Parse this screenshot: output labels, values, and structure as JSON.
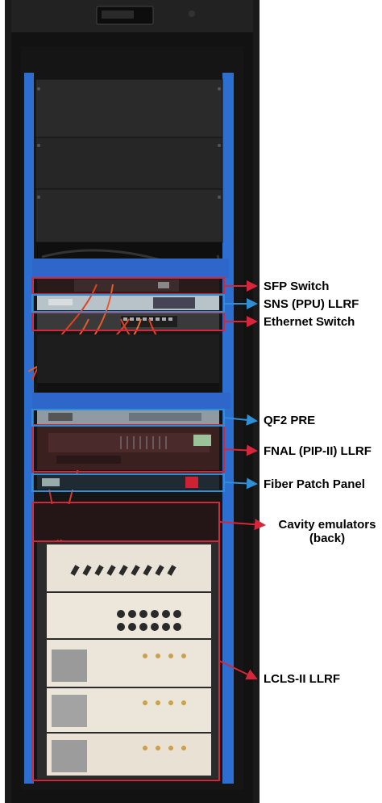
{
  "labels": {
    "sfp_switch": "SFP Switch",
    "sns_llrf": "SNS (PPU) LLRF",
    "ethernet_switch": "Ethernet Switch",
    "qf2_pre": "QF2 PRE",
    "fnal_llrf": "FNAL (PIP-II) LLRF",
    "fiber_patch_panel": "Fiber Patch Panel",
    "cavity_emulators_line1": "Cavity emulators",
    "cavity_emulators_line2": "(back)",
    "lcls_llrf": "LCLS-II LLRF"
  },
  "colors": {
    "red_box": "#d6263b",
    "blue_box": "#2f8fd6",
    "rack_black": "#1c1c1c",
    "rack_blue_frame": "#2d6fd0"
  }
}
